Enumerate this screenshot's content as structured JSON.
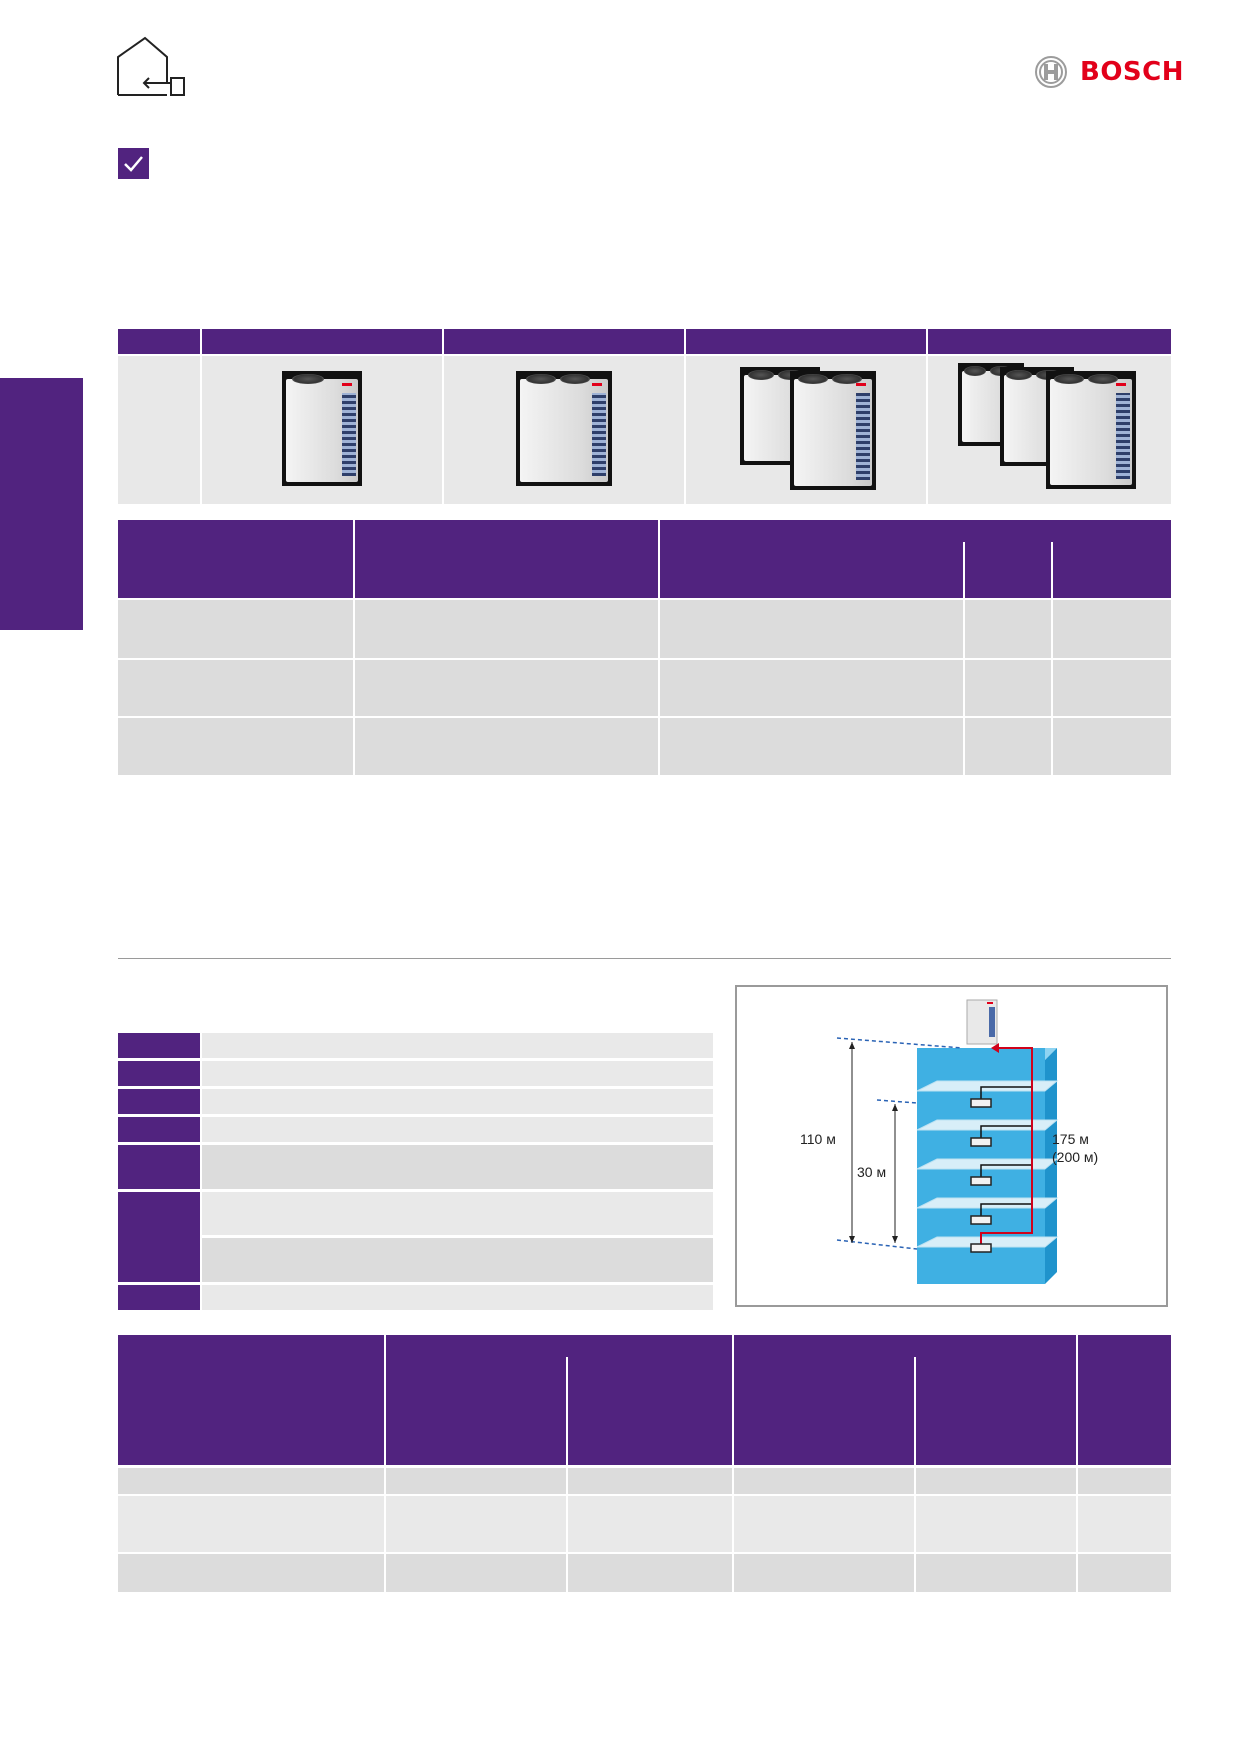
{
  "header": {
    "logo_text": "BOSCH",
    "brand_color": "#e2001a",
    "accent_color": "#51237f",
    "icons": [
      "house-arrow-icon",
      "check-icon"
    ]
  },
  "diagram": {
    "height_total_label": "110 м",
    "height_indoor_label": "30 м",
    "pipe_length_label": "175 м",
    "pipe_length_equiv_label": "(200 м)"
  }
}
